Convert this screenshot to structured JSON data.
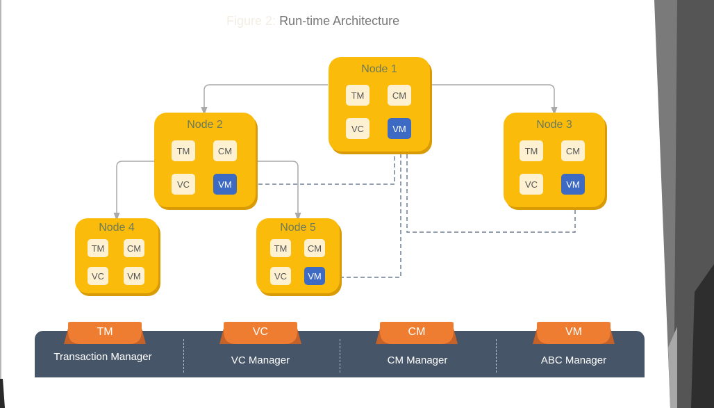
{
  "figure": {
    "title_faded": "Figure 2:",
    "title": "Run-time Architecture"
  },
  "colors": {
    "node_fill": "#fbbb0b",
    "chip_fill": "#fdf1d2",
    "vm_active": "#3d6bc4",
    "bar_fill": "#465568",
    "tab_fill": "#ee7d31",
    "connector": "#a9a9a9",
    "dashed_link": "#6f7d94"
  },
  "nodes": [
    {
      "id": "node1",
      "title": "Node 1",
      "chips": [
        "TM",
        "CM",
        "VC",
        "VM"
      ],
      "vm_highlighted": true
    },
    {
      "id": "node2",
      "title": "Node 2",
      "chips": [
        "TM",
        "CM",
        "VC",
        "VM"
      ],
      "vm_highlighted": true
    },
    {
      "id": "node3",
      "title": "Node 3",
      "chips": [
        "TM",
        "CM",
        "VC",
        "VM"
      ],
      "vm_highlighted": true
    },
    {
      "id": "node4",
      "title": "Node 4",
      "chips": [
        "TM",
        "CM",
        "VC",
        "VM"
      ],
      "vm_highlighted": false
    },
    {
      "id": "node5",
      "title": "Node 5",
      "chips": [
        "TM",
        "CM",
        "VC",
        "VM"
      ],
      "vm_highlighted": true
    }
  ],
  "edges": {
    "hierarchy": [
      {
        "from": "Node 1",
        "to": "Node 2"
      },
      {
        "from": "Node 1",
        "to": "Node 3"
      },
      {
        "from": "Node 2",
        "to": "Node 4"
      },
      {
        "from": "Node 2",
        "to": "Node 5"
      }
    ],
    "vm_links": [
      {
        "from": "Node 2 VM",
        "to": "Node 1 VM"
      },
      {
        "from": "Node 5 VM",
        "to": "Node 1 VM"
      },
      {
        "from": "Node 3 VM",
        "to": "Node 1 VM"
      }
    ]
  },
  "legend": [
    {
      "tab": "TM",
      "label": "Transaction Manager"
    },
    {
      "tab": "VC",
      "label": "VC Manager"
    },
    {
      "tab": "CM",
      "label": "CM Manager"
    },
    {
      "tab": "VM",
      "label": "ABC Manager"
    }
  ]
}
